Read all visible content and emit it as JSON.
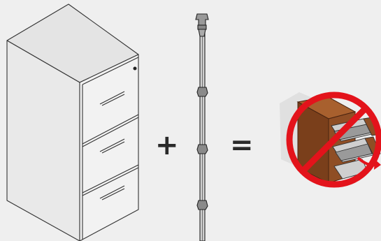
{
  "illustration": {
    "parts": [
      {
        "name": "filing-cabinet",
        "description_icon": "cabinet-icon"
      },
      {
        "name": "locking-bar",
        "description_icon": "lock-bar-icon"
      },
      {
        "name": "tip-prevention-result",
        "description_icon": "no-tipping-icon"
      }
    ],
    "operators": {
      "plus": "+",
      "equals": "="
    },
    "colors": {
      "background": "#efefef",
      "cabinet_outline": "#333333",
      "prohibition_red": "#e3131b",
      "wood": "#8a4a22"
    }
  }
}
